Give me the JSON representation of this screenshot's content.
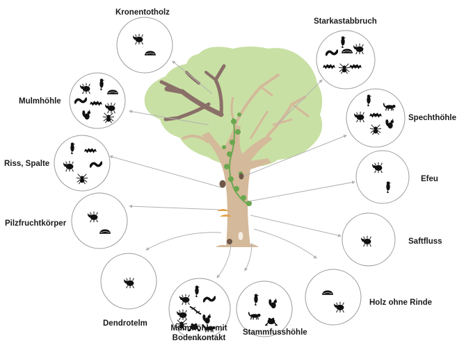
{
  "microhabitats": {
    "kronentotholz": {
      "label": "Kronentotholz",
      "animals": [
        "beetle-icon",
        "fungus-icon"
      ]
    },
    "starkastabbruch": {
      "label": "Starkastabbruch",
      "animals": [
        "bird-icon",
        "larva-icon",
        "fungus-icon",
        "beetle-icon",
        "bat-icon",
        "spider-icon",
        "bat-icon"
      ]
    },
    "mulmhoehle": {
      "label": "Mulmhöhle",
      "animals": [
        "beetle-icon",
        "bird-icon",
        "fungus-icon",
        "larva-icon",
        "bat-icon",
        "beetle-icon",
        "squirrel-icon",
        "spider-icon"
      ]
    },
    "spechthoehle": {
      "label": "Spechthöhle",
      "animals": [
        "bird-icon",
        "beetle-icon",
        "bat-icon",
        "marten-icon",
        "spider-icon",
        "squirrel-icon"
      ]
    },
    "riss_spalte": {
      "label": "Riss, Spalte",
      "animals": [
        "bird-icon",
        "bat-icon",
        "beetle-icon",
        "larva-icon",
        "spider-icon"
      ]
    },
    "efeu": {
      "label": "Efeu",
      "animals": [
        "beetle-icon",
        "bird-icon"
      ]
    },
    "pilzfruchtkoerper": {
      "label": "Pilzfruchtkörper",
      "animals": [
        "beetle-icon",
        "fungus-icon"
      ]
    },
    "saftfluss": {
      "label": "Saftfluss",
      "animals": [
        "beetle-icon"
      ]
    },
    "dendrotelm": {
      "label": "Dendrotelm",
      "animals": [
        "beetle-icon"
      ]
    },
    "holz_ohne_rinde": {
      "label": "Holz ohne Rinde",
      "animals": [
        "fungus-icon",
        "beetle-icon"
      ]
    },
    "mulmhoehle_boden": {
      "label_line1": "Mulmhöhle mit",
      "label_line2": "Bodenkontakt",
      "animals": [
        "beetle-icon",
        "bird-icon",
        "larva-icon",
        "beetle-icon",
        "lizard-icon",
        "spider-icon",
        "squirrel-icon",
        "frog-icon",
        "marten-icon"
      ]
    },
    "stammfusshoehle": {
      "label": "Stammfusshöhle",
      "animals": [
        "bird-icon",
        "squirrel-icon",
        "marten-icon",
        "frog-icon"
      ]
    }
  },
  "colors": {
    "crown": "#c9e0a4",
    "trunk": "#d4b99a",
    "deadwood": "#8a6f68",
    "ivy": "#6aa84f",
    "circle_stroke": "#9a9a9a",
    "arrow": "#b0b0b0",
    "animal": "#111111"
  }
}
